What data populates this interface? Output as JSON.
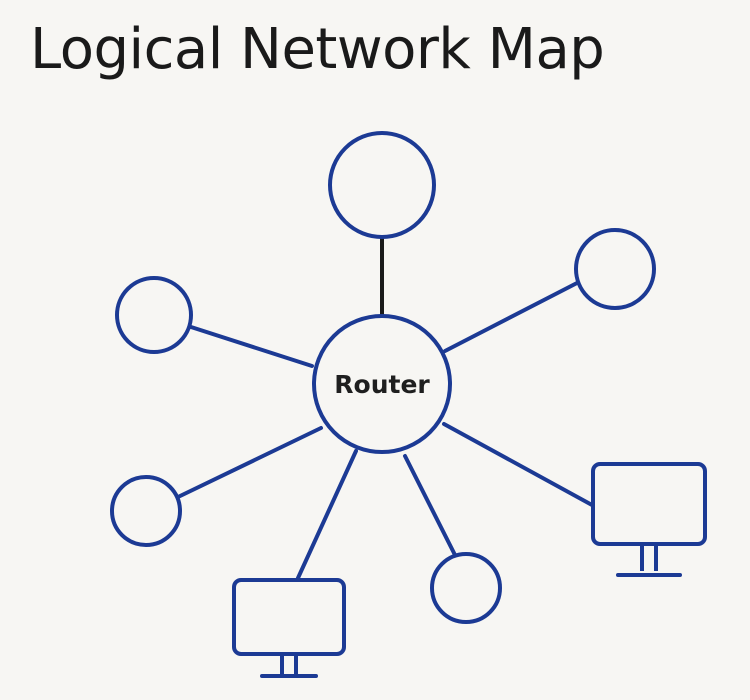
{
  "title": "Logical Network Map",
  "router": {
    "label": "Router"
  },
  "nodes": [
    {
      "id": "top",
      "kind": "circle"
    },
    {
      "id": "upper-right",
      "kind": "circle"
    },
    {
      "id": "upper-left",
      "kind": "circle"
    },
    {
      "id": "lower-left",
      "kind": "circle"
    },
    {
      "id": "bottom-center",
      "kind": "circle"
    },
    {
      "id": "bottom-left",
      "kind": "computer"
    },
    {
      "id": "lower-right",
      "kind": "computer"
    }
  ],
  "colors": {
    "stroke": "#1c3a94",
    "top_link": "#1a1a1a",
    "background": "#f7f6f3",
    "text": "#1a1a1a"
  }
}
